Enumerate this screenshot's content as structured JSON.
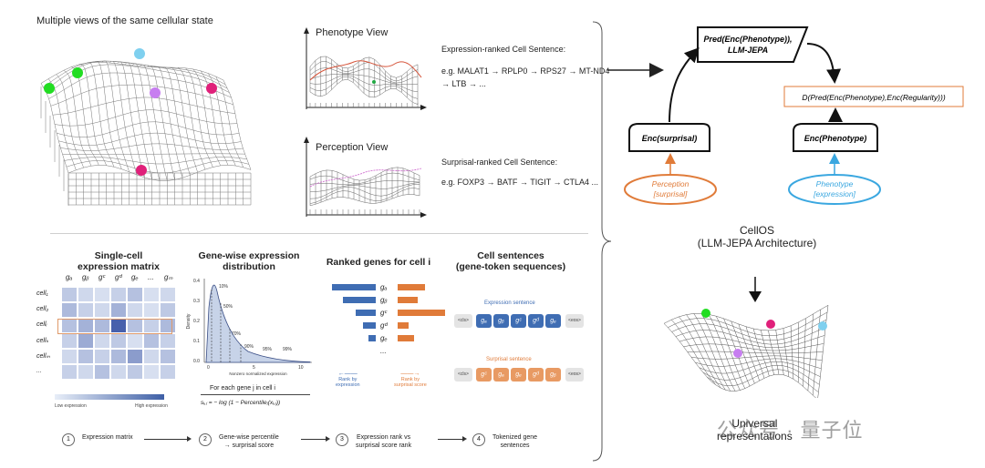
{
  "top_left": {
    "title": "Multiple views of the same cellular state"
  },
  "phenotype": {
    "title": "Phenotype View",
    "sentence_label": "Expression-ranked Cell Sentence:",
    "sentence_line1": "e.g. MALAT1 → RPLP0 → RPS27 → MT-ND4",
    "sentence_line2": "→ LTB → ..."
  },
  "perception": {
    "title": "Perception View",
    "sentence_label": "Surprisal-ranked Cell Sentence:",
    "sentence_line1": "e.g. FOXP3 → BATF → TIGIT → CTLA4 ..."
  },
  "panels": {
    "p1": {
      "title_l1": "Single-cell",
      "title_l2": "expression matrix",
      "cols": [
        "gₐ",
        "gᵦ",
        "gᶜ",
        "gᵈ",
        "gₑ",
        "...",
        "gₘ"
      ],
      "rows": [
        "cell₁",
        "cell₂",
        "cellᵢ",
        "cellₖ",
        "cellₘ",
        "..."
      ],
      "low": "Low expression",
      "high": "High expression"
    },
    "p2": {
      "title_l1": "Gene-wise expression",
      "title_l2": "distribution",
      "ylabel": "Density",
      "xlabel": "Nonzero normalized expression",
      "pct": [
        "10%",
        "50%",
        "70%",
        "90%",
        "95%",
        "99%"
      ],
      "yticks": [
        "0.4",
        "0.3",
        "0.2",
        "0.1",
        "0.0"
      ],
      "xticks": [
        "0",
        "5",
        "10"
      ],
      "caption": "For each gene j in cell i",
      "formula": "sᵢ,ⱼ = − log (1 − Percentileⱼ(xᵢ,ⱼ))"
    },
    "p3": {
      "title": "Ranked genes for cell i",
      "genes": [
        "gₐ",
        "gᵦ",
        "gᶜ",
        "gᵈ",
        "gₑ",
        "..."
      ],
      "left_caption_l1": "Rank by",
      "left_caption_l2": "expression",
      "right_caption_l1": "Rank by",
      "right_caption_l2": "surprisal score"
    },
    "p4": {
      "title_l1": "Cell sentences",
      "title_l2": "(gene-token sequences)",
      "expr_label": "Expression sentence",
      "surp_label": "Surprisal sentence",
      "cls": "<cls>",
      "eos": "<eos>",
      "expr_tokens": [
        "gₐ",
        "gᵦ",
        "gᶜ",
        "gᵈ",
        "gₑ"
      ],
      "surp_tokens": [
        "gᶜ",
        "gₐ",
        "gₑ",
        "gᵈ",
        "gᵦ"
      ]
    }
  },
  "steps": [
    {
      "num": "1",
      "l1": "Expression matrix",
      "l2": ""
    },
    {
      "num": "2",
      "l1": "Gene-wise percentile",
      "l2": "→ surprisal score"
    },
    {
      "num": "3",
      "l1": "Expression rank vs",
      "l2": "surprisal score rank"
    },
    {
      "num": "4",
      "l1": "Tokenized gene",
      "l2": "sentences"
    }
  ],
  "jepa": {
    "pred": "Pred(Enc(Phenotype)),",
    "pred2": "LLM-JEPA",
    "dist": "D(Pred(Enc(Phenotype),Enc(Regularity)))",
    "enc_surprisal": "Enc(surprisal)",
    "enc_phenotype": "Enc(Phenotype)",
    "perception_l1": "Perception",
    "perception_l2": "[surprisal]",
    "phenotype_l1": "Phenotype",
    "phenotype_l2": "[expression]",
    "cellos_l1": "CellOS",
    "cellos_l2": "(LLM-JEPA Architecture)",
    "universal_l1": "Universal",
    "universal_l2": "representations"
  },
  "watermark": "公众号 · 量子位",
  "colors": {
    "blue": "#3f6db3",
    "orange": "#e07b39",
    "cyan": "#3aa7e0",
    "green": "#22dd22",
    "magenta": "#e0207a",
    "violet": "#c77ef0",
    "skyblue": "#7fd0ef"
  }
}
